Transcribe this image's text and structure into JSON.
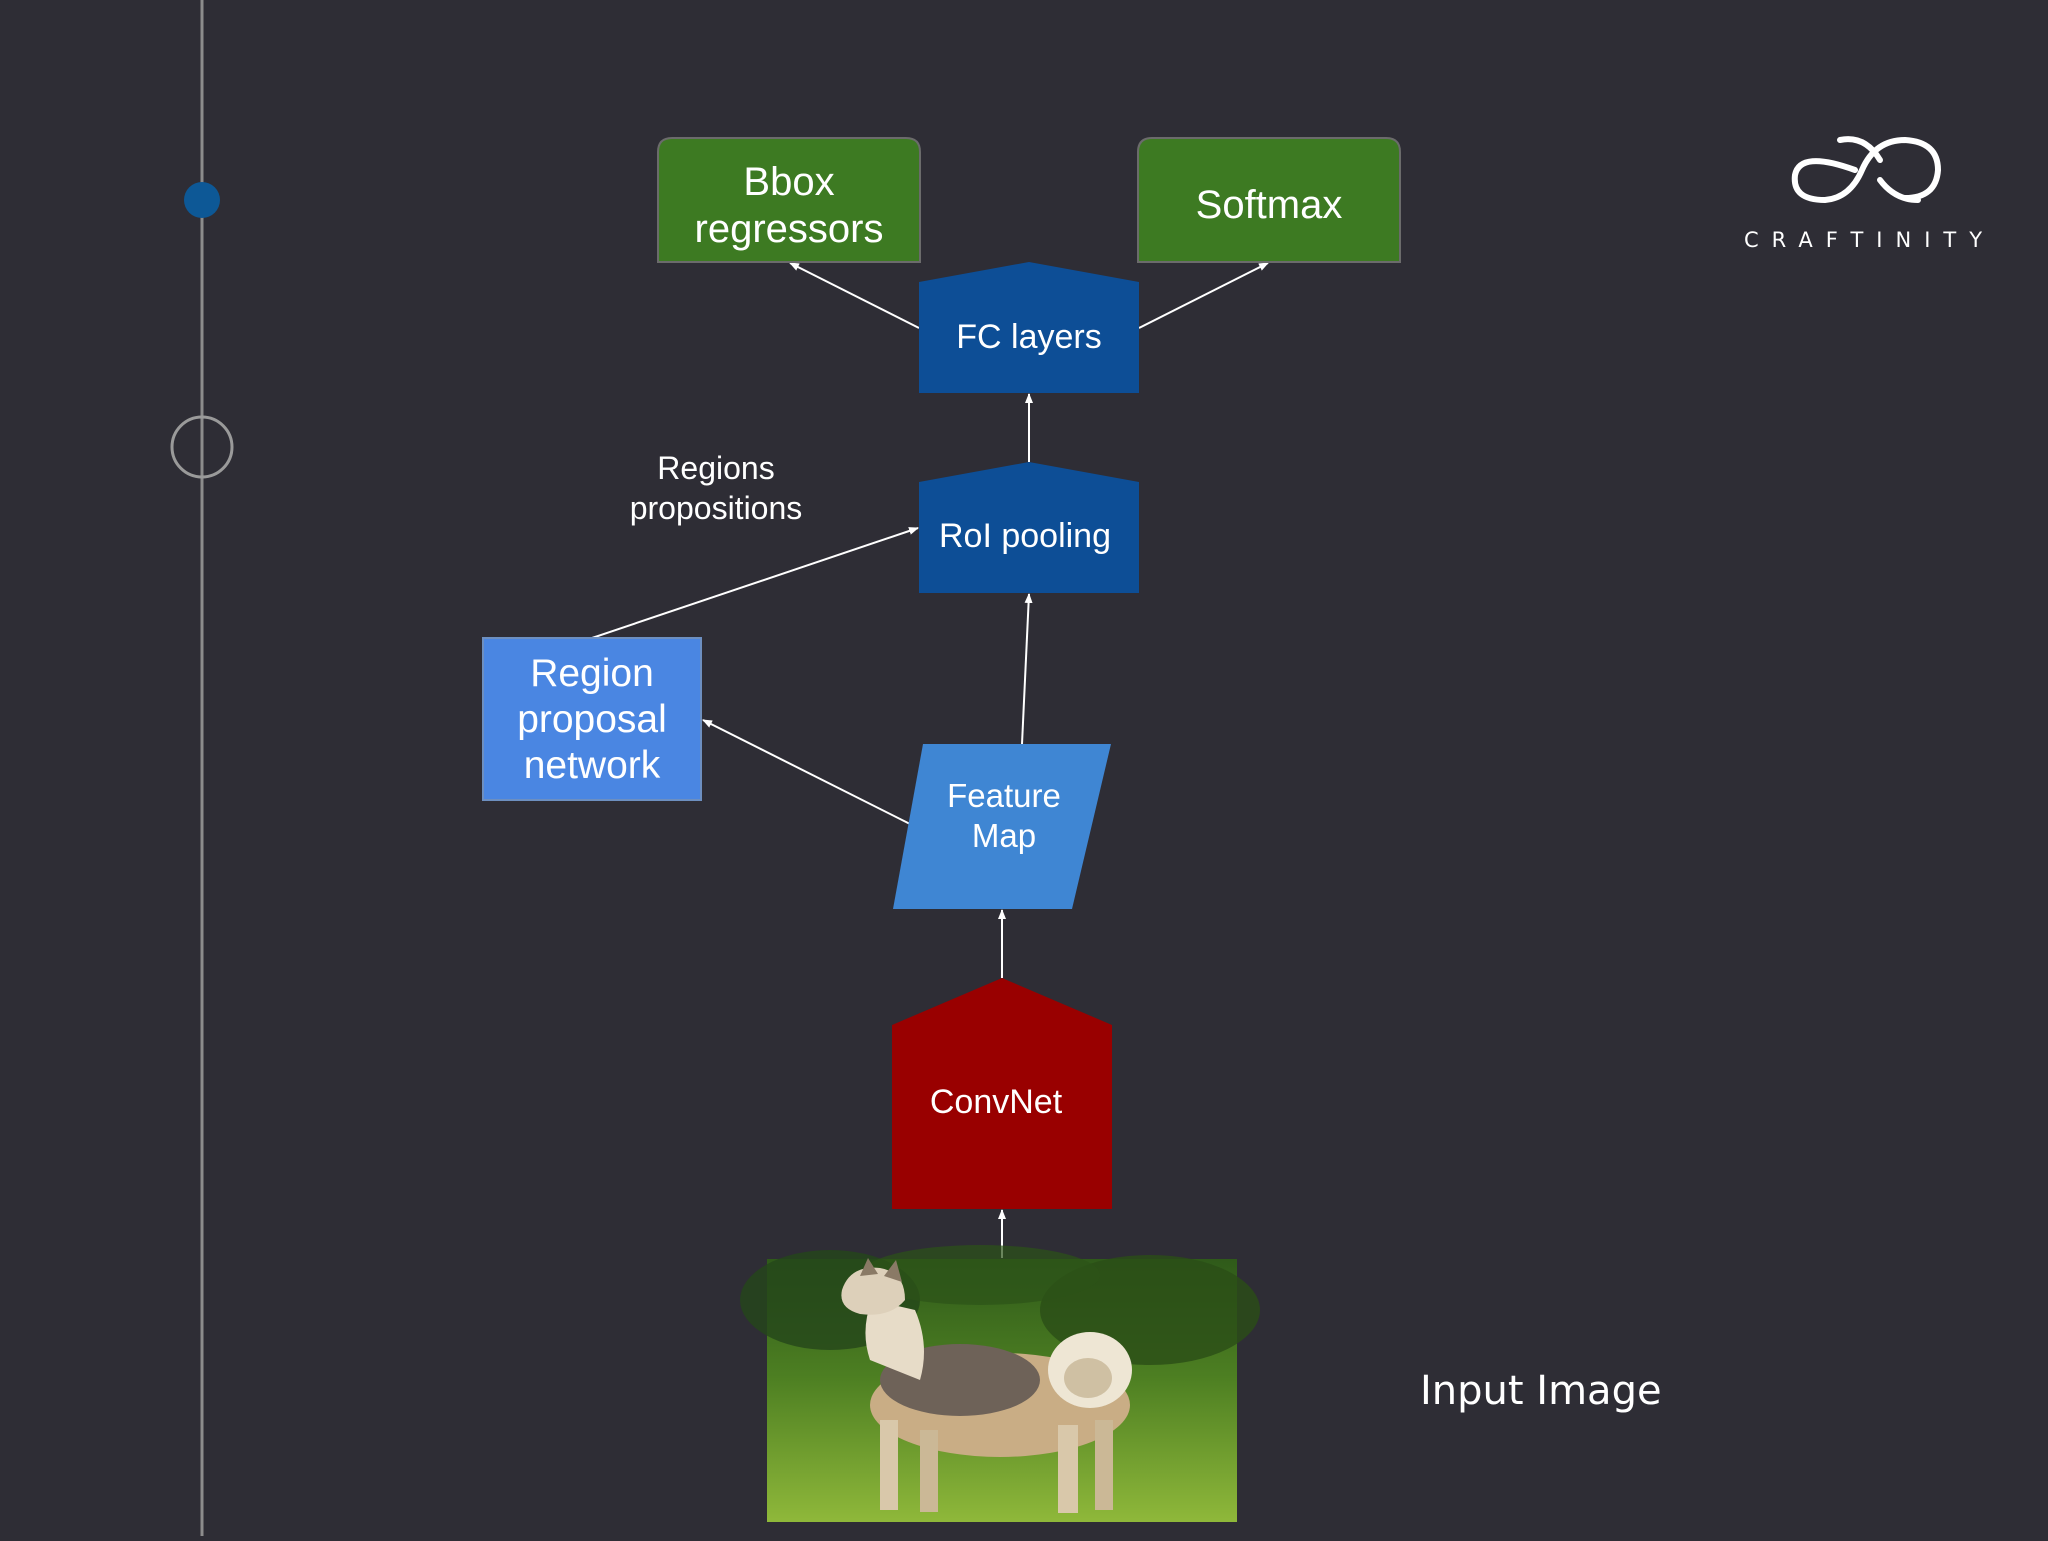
{
  "nodes": {
    "bbox": {
      "lines": [
        "Bbox",
        "regressors"
      ],
      "color": "#3d7a22"
    },
    "softmax": {
      "lines": [
        "Softmax"
      ],
      "color": "#3d7a22"
    },
    "fc": {
      "lines": [
        "FC layers"
      ],
      "color": "#0d4e96"
    },
    "roi": {
      "lines": [
        "RoI pooling"
      ],
      "color": "#0d4e96"
    },
    "rpn": {
      "lines": [
        "Region",
        "proposal",
        "network"
      ],
      "color": "#4a86e2"
    },
    "feature_map": {
      "lines": [
        "Feature",
        "Map"
      ],
      "color": "#3f86d3"
    },
    "convnet": {
      "lines": [
        "ConvNet"
      ],
      "color": "#990000"
    }
  },
  "annotations": {
    "regions": [
      "Regions",
      "propositions"
    ]
  },
  "input_label": "Input Image",
  "logo": {
    "word": "CRAFTINITY",
    "icon": "infinity-knot-icon"
  },
  "timeline": {
    "active_dot_color": "#0d5896",
    "line_color": "#8c8c8c"
  }
}
